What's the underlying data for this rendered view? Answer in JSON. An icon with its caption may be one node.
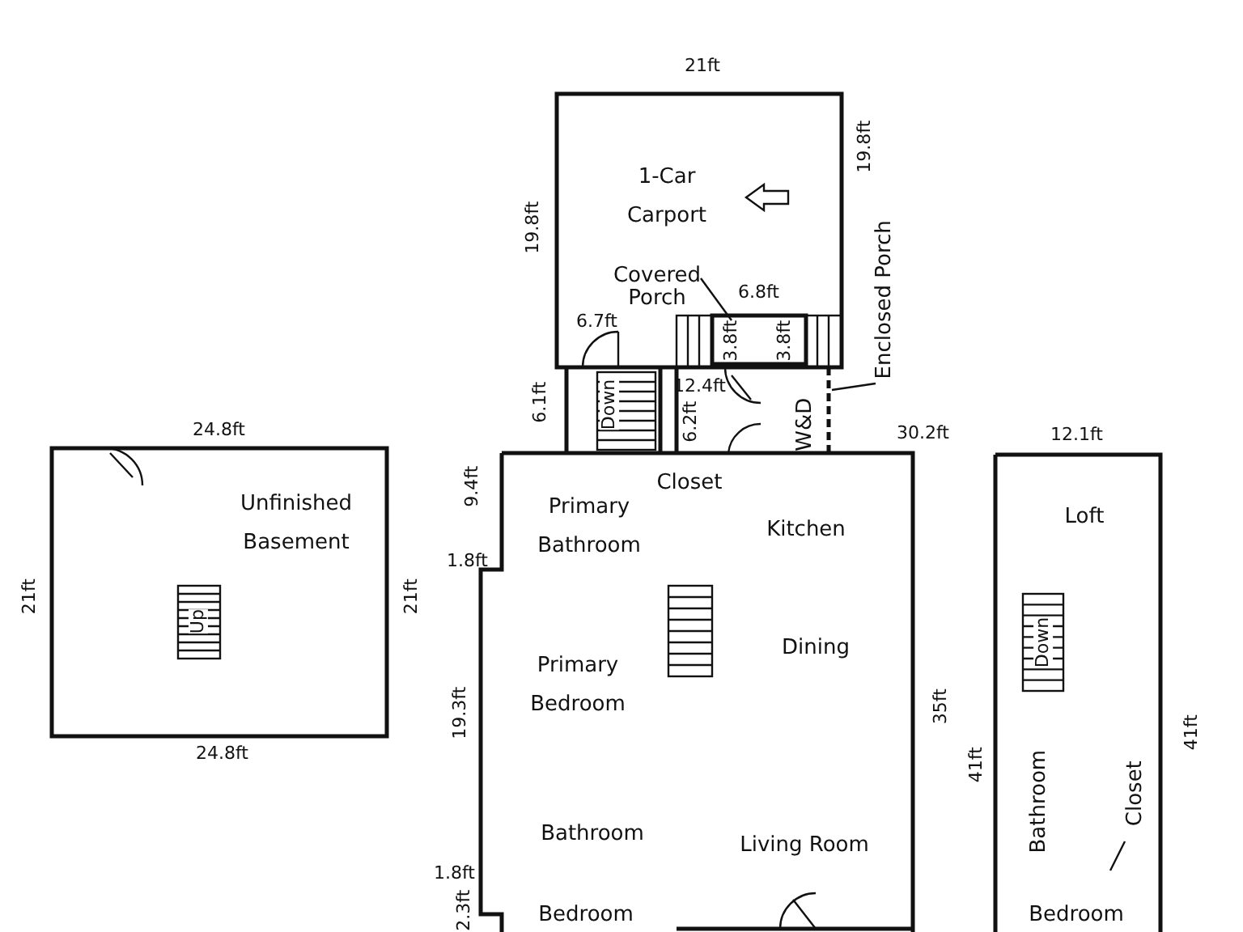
{
  "diagram": {
    "nodes": [
      {
        "text": [
          "Covered Porch"
        ]
      },
      {
        "text": [
          "Enclosed Porch"
        ]
      },
      {
        "text": [],
        "shape": "box"
      },
      {
        "text": [],
        "shape": "line"
      }
    ],
    "edges": [
      {
        "from": 0,
        "to": 2,
        "arrow": "none"
      },
      {
        "from": 1,
        "to": 3,
        "arrow": "none"
      }
    ],
    "labels": [
      "21ft",
      "19.8ft",
      "19.8ft",
      "1-Car Carport",
      "6.8ft",
      "6.7ft",
      "3.8ft",
      "3.8ft",
      "6.1ft",
      "Down",
      "12.4ft",
      "6.2ft",
      "W&D",
      "24.8ft",
      "30.2ft",
      "12.1ft",
      "Unfinished Basement",
      "9.4ft",
      "Closet",
      "Primary Bathroom",
      "Kitchen",
      "Loft",
      "1.8ft",
      "21ft",
      "Up",
      "21ft",
      "Primary Bedroom",
      "Dining",
      "Down",
      "35ft",
      "19.3ft",
      "24.8ft",
      "41ft",
      "41ft",
      "Bathroom",
      "Closet",
      "Bathroom",
      "Living Room",
      "1.8ft",
      "2.3ft",
      "Bedroom",
      "Bedroom"
    ]
  }
}
